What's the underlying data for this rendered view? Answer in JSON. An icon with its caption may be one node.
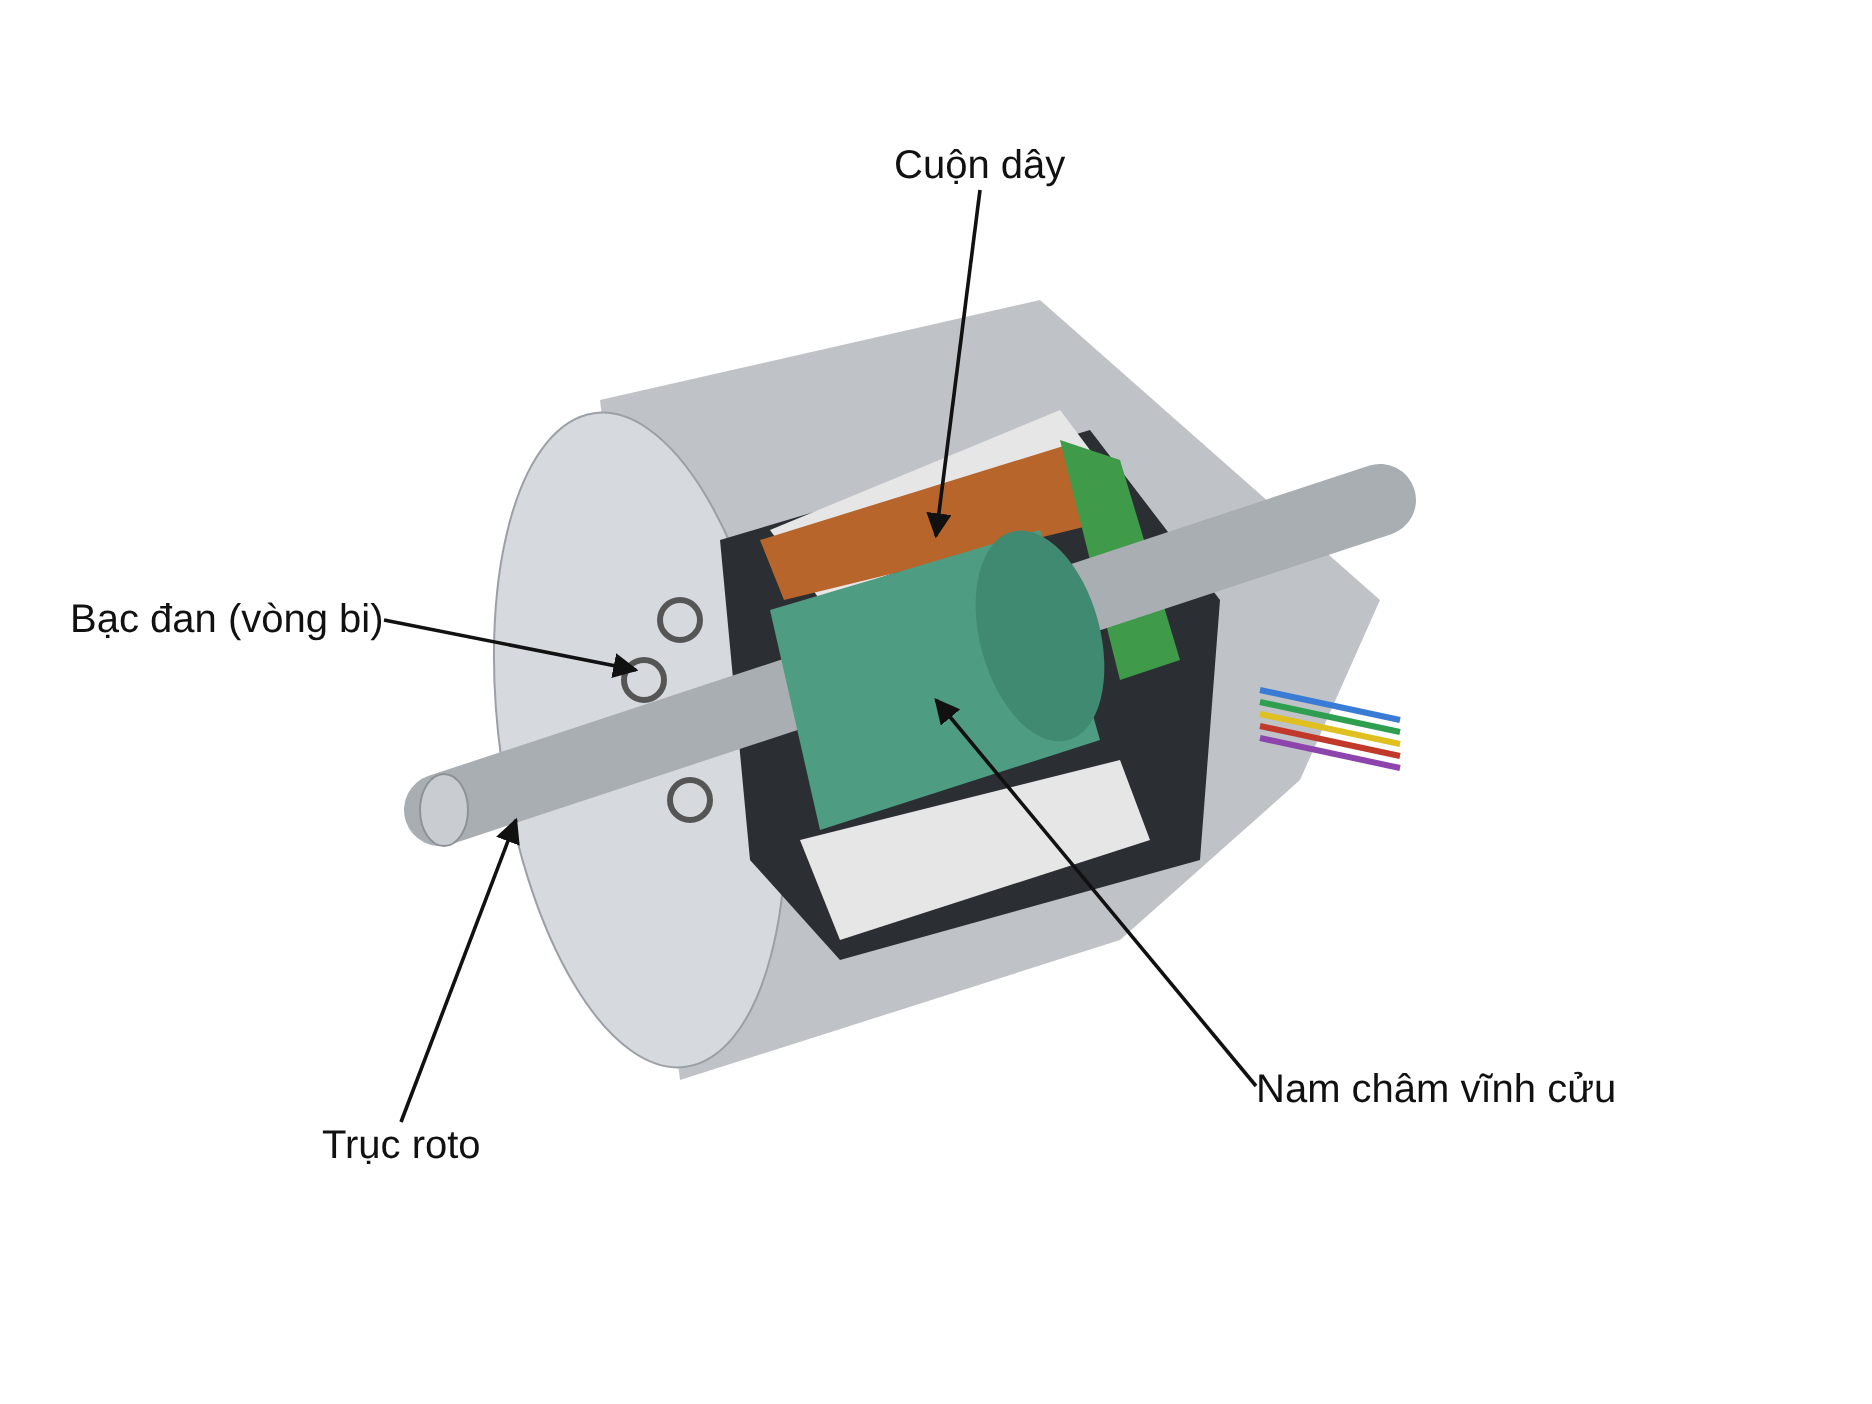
{
  "diagram": {
    "nodes": [
      {
        "text": [
          "Cuộn dây"
        ]
      },
      {
        "text": [
          "Bạc đan (vòng bi)"
        ]
      },
      {
        "text": [
          "Trục roto"
        ]
      },
      {
        "text": [
          "Nam châm vĩnh cửu"
        ]
      }
    ],
    "edges": [
      {
        "from": 0,
        "to": null,
        "arrow": "to"
      },
      {
        "from": 1,
        "to": null,
        "arrow": "to"
      },
      {
        "from": 2,
        "to": null,
        "arrow": "to"
      },
      {
        "from": 3,
        "to": null,
        "arrow": "to"
      }
    ]
  }
}
